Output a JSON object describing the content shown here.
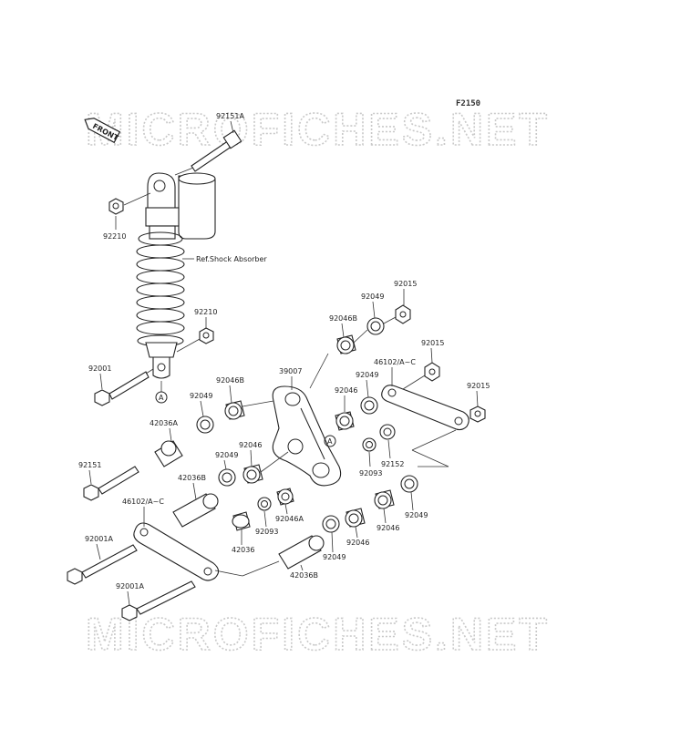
{
  "figure_code": "F2150",
  "watermark": "MICROFICHES.NET",
  "front_badge": "FRONT",
  "ref_note": "Ref.Shock Absorber",
  "ref_marker": "A",
  "labels": {
    "92151A": "92151A",
    "92210_top": "92210",
    "92210_mid": "92210",
    "92001": "92001",
    "92015_a": "92015",
    "92015_b": "92015",
    "92015_c": "92015",
    "92049_a": "92049",
    "92049_b": "92049",
    "92049_c": "92049",
    "92049_d": "92049",
    "92049_e": "92049",
    "92049_f": "92049",
    "92046B_a": "92046B",
    "92046B_b": "92046B",
    "39007": "39007",
    "46102_right": "46102/A~C",
    "46102_left": "46102/A~C",
    "92046_a": "92046",
    "92046_b": "92046",
    "92046_c": "92046",
    "92046_d": "92046",
    "42036A": "42036A",
    "92151": "92151",
    "42036B_a": "42036B",
    "42036B_b": "42036B",
    "92152": "92152",
    "92093_a": "92093",
    "92093_b": "92093",
    "92046A": "92046A",
    "42036": "42036",
    "92001A_a": "92001A",
    "92001A_b": "92001A"
  }
}
